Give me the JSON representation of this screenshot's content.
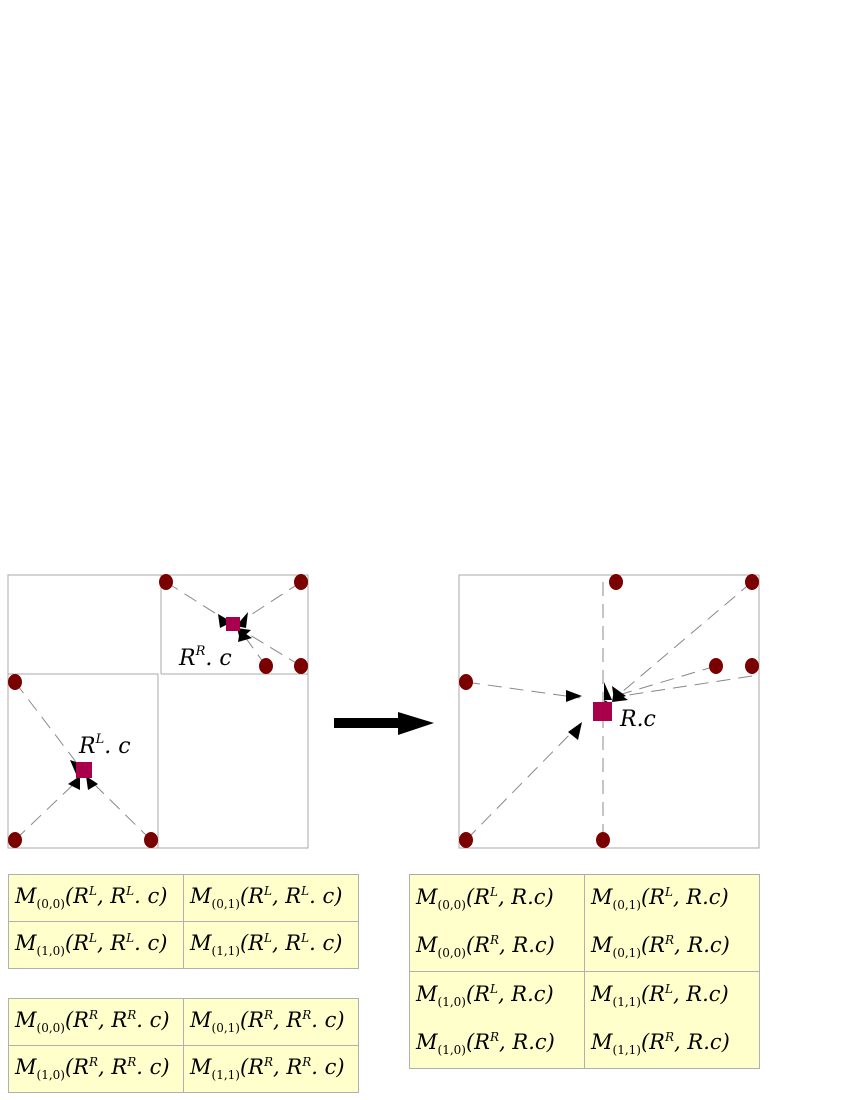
{
  "labels": {
    "rr_c": "R^R. c",
    "rl_c": "R^L. c",
    "r_c": "R.c"
  },
  "label_parts": {
    "rr_base": "R",
    "rr_sup": "R",
    "rr_tail": ". c",
    "rl_base": "R",
    "rl_sup": "L",
    "rl_tail": ". c",
    "r_text": "R.c"
  },
  "colors": {
    "point": "#7a0000",
    "center": "#a8004a",
    "table_bg": "#ffffcc",
    "frame": "#a9a9a9"
  },
  "table_left_L": [
    [
      "M_(0,0)(R^L, R^L. c)",
      "M_(0,1)(R^L, R^L. c)"
    ],
    [
      "M_(1,0)(R^L, R^L. c)",
      "M_(1,1)(R^L, R^L. c)"
    ]
  ],
  "table_left_R": [
    [
      "M_(0,0)(R^R, R^R. c)",
      "M_(0,1)(R^R, R^R. c)"
    ],
    [
      "M_(1,0)(R^R, R^R. c)",
      "M_(1,1)(R^R, R^R. c)"
    ]
  ],
  "table_right": [
    [
      "M_(0,0)(R^L, R.c)",
      "M_(0,1)(R^L, R.c)"
    ],
    [
      "M_(0,0)(R^R, R.c)",
      "M_(0,1)(R^R, R.c)"
    ],
    [
      "M_(1,0)(R^L, R.c)",
      "M_(1,1)(R^L, R.c)"
    ],
    [
      "M_(1,0)(R^R, R.c)",
      "M_(1,1)(R^R, R.c)"
    ]
  ]
}
